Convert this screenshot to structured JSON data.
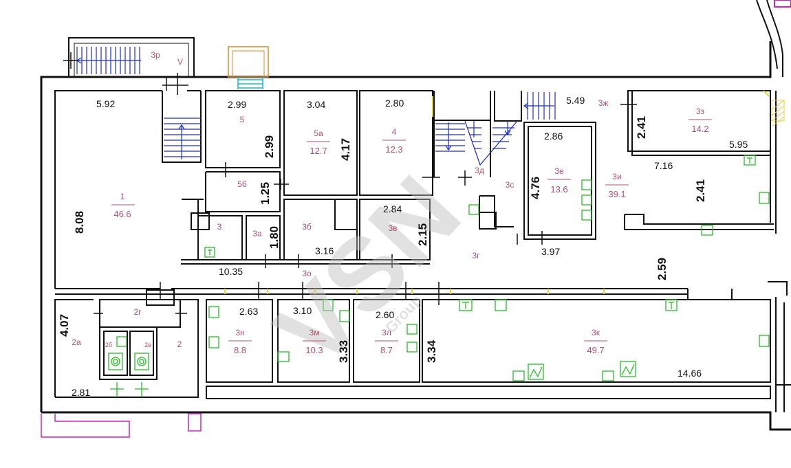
{
  "colors": {
    "wall": "#111111",
    "room_label": "#b0506a",
    "stair": "#1a2bd0",
    "fixture": "#22c122",
    "pink_outline": "#d020c0",
    "orange_outline": "#e08a20",
    "cyan": "#18b8d8",
    "yellow_hatch": "#e8d23a",
    "watermark": "#c9c9c9"
  },
  "watermark": {
    "main": "VSN",
    "sub": "Group"
  },
  "rooms": {
    "r1": {
      "name": "1",
      "area": "46.6"
    },
    "r2": {
      "name": "2"
    },
    "r2a": {
      "name": "2а"
    },
    "r2b": {
      "name": "2б"
    },
    "r2v": {
      "name": "2в"
    },
    "r2g": {
      "name": "2г"
    },
    "r3": {
      "name": "3"
    },
    "r3a": {
      "name": "3а"
    },
    "r3b": {
      "name": "3б"
    },
    "r3v": {
      "name": "3в"
    },
    "r3g": {
      "name": "3г"
    },
    "r3d": {
      "name": "3д"
    },
    "r3e": {
      "name": "3е",
      "area": "13.6"
    },
    "r3zh": {
      "name": "3ж"
    },
    "r3z": {
      "name": "3з",
      "area": "14.2"
    },
    "r3i": {
      "name": "3и",
      "area": "39.1"
    },
    "r3k": {
      "name": "3к",
      "area": "49.7"
    },
    "r3l": {
      "name": "3л",
      "area": "8.7"
    },
    "r3m": {
      "name": "3м",
      "area": "10.3"
    },
    "r3n": {
      "name": "3н",
      "area": "8.8"
    },
    "r3o": {
      "name": "3о"
    },
    "r3r": {
      "name": "3р"
    },
    "r3s": {
      "name": "3с"
    },
    "r4": {
      "name": "4",
      "area": "12.3"
    },
    "r5": {
      "name": "5"
    },
    "r5a": {
      "name": "5а",
      "area": "12.7"
    },
    "r5b": {
      "name": "5б"
    },
    "v_mark": "V"
  },
  "dims": {
    "d592": "5.92",
    "d808": "8.08",
    "d299a": "2.99",
    "d299b": "2.99",
    "d304": "3.04",
    "d417": "4.17",
    "d280": "2.80",
    "d125": "1.25",
    "d180": "1.80",
    "d316": "3.16",
    "d284": "2.84",
    "d215": "2.15",
    "d1035": "10.35",
    "d549": "5.49",
    "d286": "2.86",
    "d476": "4.76",
    "d397": "3.97",
    "d241a": "2.41",
    "d595": "5.95",
    "d716": "7.16",
    "d241b": "2.41",
    "d259": "2.59",
    "d407": "4.07",
    "d281": "2.81",
    "d263": "2.63",
    "d310": "3.10",
    "d260": "2.60",
    "d333": "3.33",
    "d334": "3.34",
    "d1466": "14.66"
  }
}
